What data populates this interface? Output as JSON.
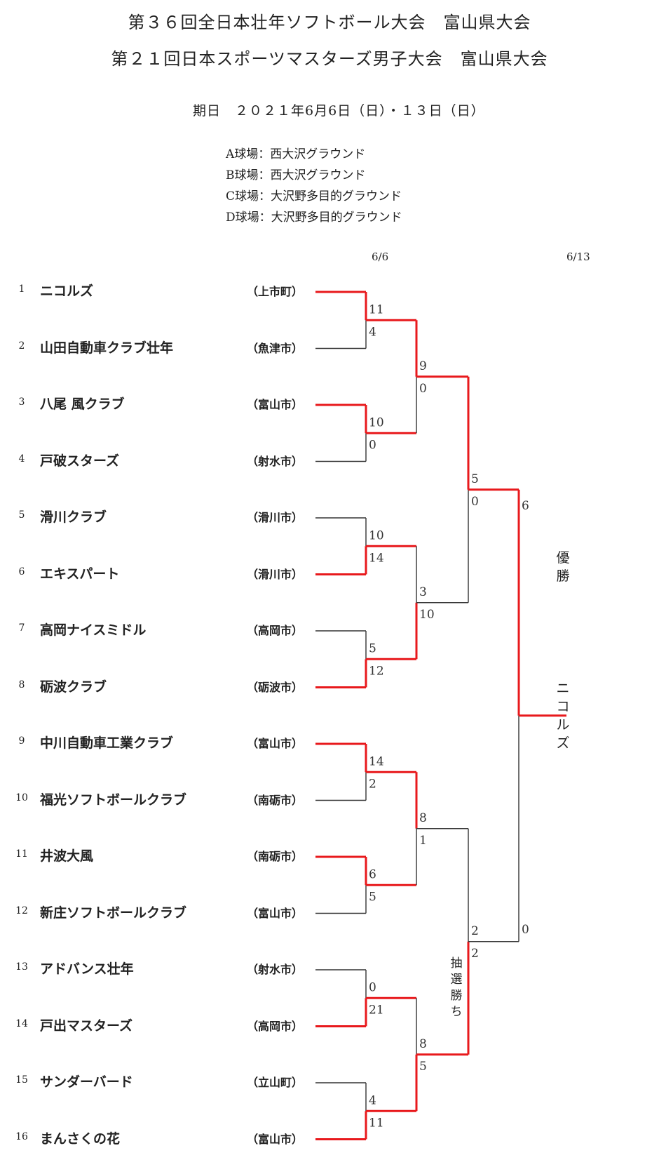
{
  "header": {
    "title1": "第３６回全日本壮年ソフトボール大会　富山県大会",
    "title2": "第２１回日本スポーツマスターズ男子大会　富山県大会",
    "date": "期日　２０２１年6月6日（日）・１３日（日）"
  },
  "venues": [
    "A球場：西大沢グラウンド",
    "B球場：西大沢グラウンド",
    "C球場：大沢野多目的グラウンド",
    "D球場：大沢野多目的グラウンド"
  ],
  "round_dates": [
    "6/6",
    "6/13"
  ],
  "teams": [
    {
      "no": "1",
      "name": "ニコルズ",
      "city": "（上市町）"
    },
    {
      "no": "2",
      "name": "山田自動車クラブ壮年",
      "city": "（魚津市）"
    },
    {
      "no": "3",
      "name": "八尾 風クラブ",
      "city": "（富山市）"
    },
    {
      "no": "4",
      "name": "戸破スターズ",
      "city": "（射水市）"
    },
    {
      "no": "5",
      "name": "滑川クラブ",
      "city": "（滑川市）"
    },
    {
      "no": "6",
      "name": "エキスパート",
      "city": "（滑川市）"
    },
    {
      "no": "7",
      "name": "高岡ナイスミドル",
      "city": "（高岡市）"
    },
    {
      "no": "8",
      "name": "砺波クラブ",
      "city": "（砺波市）"
    },
    {
      "no": "9",
      "name": "中川自動車工業クラブ",
      "city": "（富山市）"
    },
    {
      "no": "10",
      "name": "福光ソフトボールクラブ",
      "city": "（南砺市）"
    },
    {
      "no": "11",
      "name": "井波大風",
      "city": "（南砺市）"
    },
    {
      "no": "12",
      "name": "新庄ソフトボールクラブ",
      "city": "（富山市）"
    },
    {
      "no": "13",
      "name": "アドバンス壮年",
      "city": "（射水市）"
    },
    {
      "no": "14",
      "name": "戸出マスターズ",
      "city": "（高岡市）"
    },
    {
      "no": "15",
      "name": "サンダーバード",
      "city": "（立山町）"
    },
    {
      "no": "16",
      "name": "まんさくの花",
      "city": "（富山市）"
    }
  ],
  "round1_scores": [
    [
      "11",
      "4"
    ],
    [
      "10",
      "0"
    ],
    [
      "10",
      "14"
    ],
    [
      "5",
      "12"
    ],
    [
      "14",
      "2"
    ],
    [
      "6",
      "5"
    ],
    [
      "0",
      "21"
    ],
    [
      "4",
      "11"
    ]
  ],
  "round2_scores": [
    [
      "9",
      "0"
    ],
    [
      "3",
      "10"
    ],
    [
      "8",
      "1"
    ],
    [
      "8",
      "5"
    ]
  ],
  "round3_scores": [
    [
      "5",
      "0"
    ],
    [
      "2",
      "2"
    ]
  ],
  "final_scores": [
    "6",
    "0"
  ],
  "lottery_note": "抽選勝ち",
  "champion_label": "優勝",
  "champion_name": "ニコルズ",
  "colors": {
    "winner_line": "#e8191c",
    "loser_line": "#333333"
  }
}
